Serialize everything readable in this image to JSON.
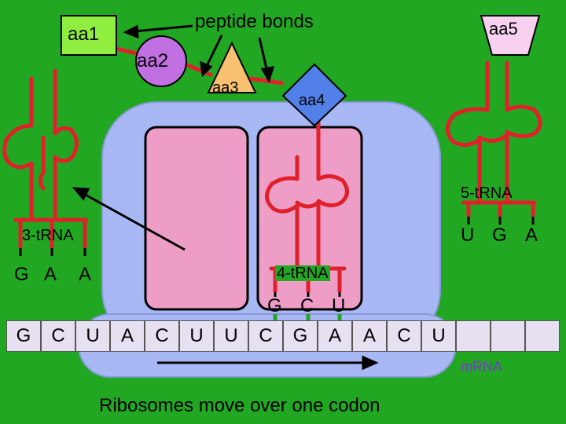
{
  "labels": {
    "aa1": "aa1",
    "aa2": "aa2",
    "aa3": "aa3",
    "aa4": "aa4",
    "aa5": "aa5",
    "peptide_bonds": "peptide bonds",
    "trna3": "3-tRNA",
    "trna4": "4-tRNA",
    "trna5": "5-tRNA",
    "mrna": "mRNA",
    "caption": "Ribosomes move over one codon"
  },
  "anticodons": {
    "trna3": [
      "G",
      "A",
      "A"
    ],
    "trna4": [
      "G",
      "C",
      "U"
    ],
    "trna5": [
      "U",
      "G",
      "A"
    ]
  },
  "mrna_bases": [
    "G",
    "C",
    "U",
    "A",
    "C",
    "U",
    "U",
    "C",
    "G",
    "A",
    "A",
    "C",
    "U"
  ],
  "colors": {
    "background": "#22a722",
    "ribosome": "#a8b8f4",
    "ribosome_site": "#ee9ec6",
    "trna": "#e0202a",
    "aa1": "#90ee40",
    "aa2": "#c070e0",
    "aa3": "#f8c070",
    "aa4": "#5080e8",
    "aa5": "#f8d0f0",
    "mrna": "#e6e0f0",
    "mrna_label": "#7040c0"
  }
}
